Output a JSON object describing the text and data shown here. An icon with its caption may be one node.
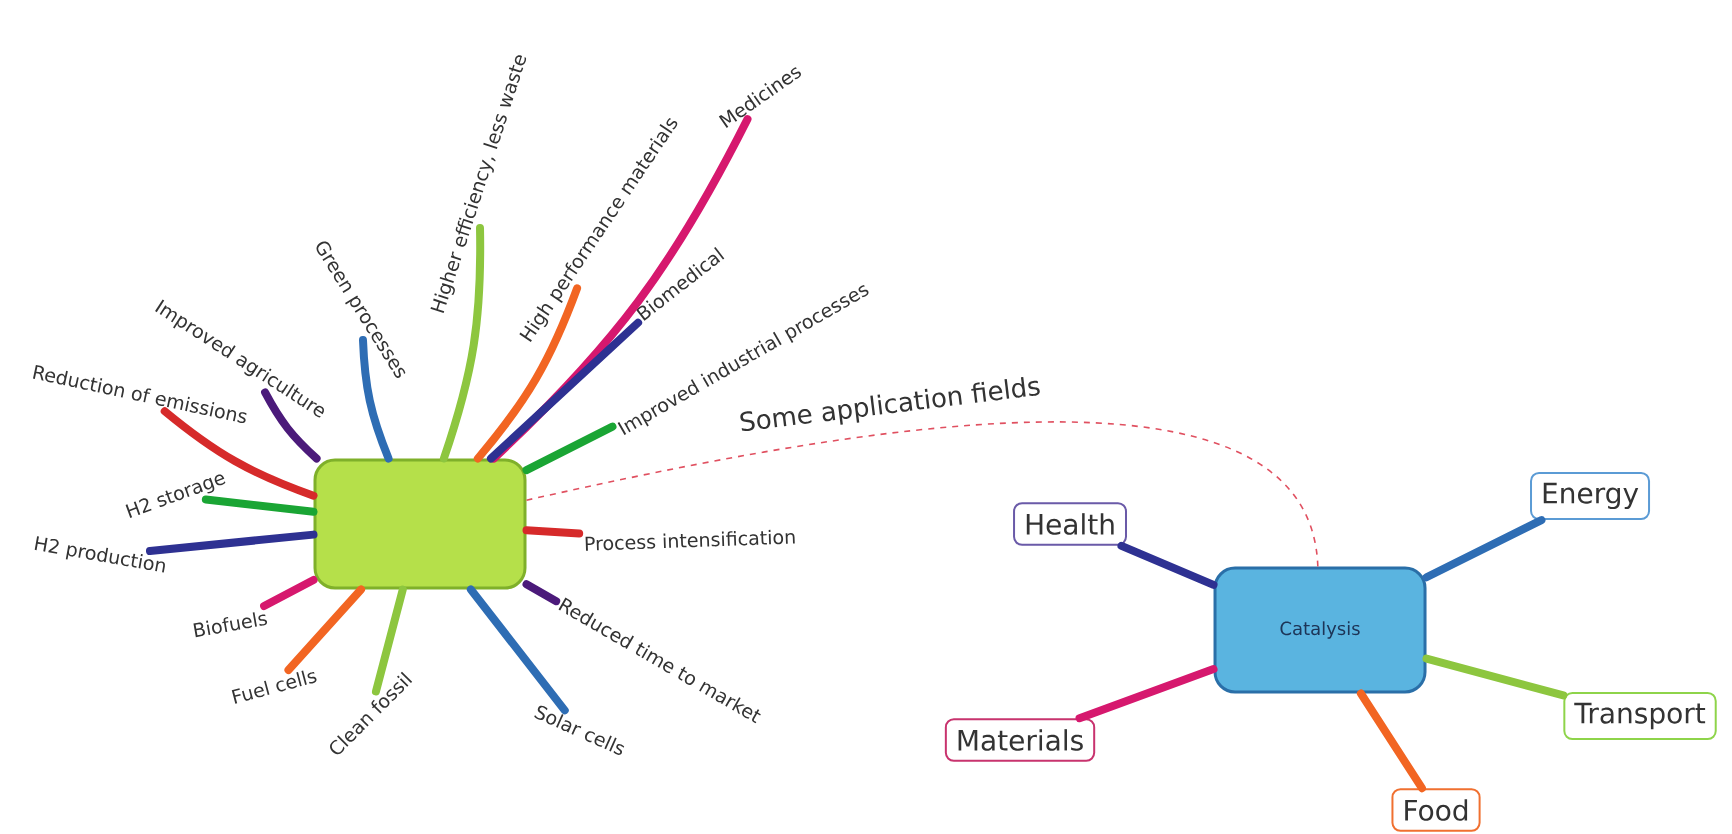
{
  "diagram": {
    "nodes": [
      {
        "text": [],
        "shape": "box"
      },
      {
        "text": [
          "Higher efficiency, less waste"
        ]
      },
      {
        "text": [
          "High performance materials"
        ]
      },
      {
        "text": [
          "Medicines"
        ]
      },
      {
        "text": [
          "Biomedical"
        ]
      },
      {
        "text": [
          "Improved industrial processes"
        ]
      },
      {
        "text": [
          "Green processes"
        ]
      },
      {
        "text": [
          "Improved agriculture"
        ]
      },
      {
        "text": [
          "Reduction of emissions"
        ]
      },
      {
        "text": [
          "H2 storage"
        ]
      },
      {
        "text": [
          "H2 production"
        ]
      },
      {
        "text": [
          "Biofuels"
        ]
      },
      {
        "text": [
          "Fuel cells"
        ]
      },
      {
        "text": [
          "Clean fossil"
        ]
      },
      {
        "text": [
          "Solar cells"
        ]
      },
      {
        "text": [
          "Reduced time to market"
        ]
      },
      {
        "text": [
          "Process intensification"
        ]
      },
      {
        "text": [
          "Catalysis"
        ]
      },
      {
        "text": [
          "Health"
        ]
      },
      {
        "text": [
          "Energy"
        ]
      },
      {
        "text": [
          "Materials"
        ]
      },
      {
        "text": [
          "Transport"
        ]
      },
      {
        "text": [
          "Food"
        ]
      }
    ],
    "edges": [
      {
        "from": 0,
        "to": 1,
        "arrow": "none",
        "color": "#8dc63f"
      },
      {
        "from": 0,
        "to": 2,
        "arrow": "none",
        "color": "#f26522"
      },
      {
        "from": 0,
        "to": 3,
        "arrow": "none",
        "color": "#d6186e"
      },
      {
        "from": 0,
        "to": 4,
        "arrow": "none",
        "color": "#2e3192"
      },
      {
        "from": 0,
        "to": 5,
        "arrow": "none",
        "color": "#1aa534"
      },
      {
        "from": 0,
        "to": 6,
        "arrow": "none",
        "color": "#2e6db4"
      },
      {
        "from": 0,
        "to": 7,
        "arrow": "none",
        "color": "#4b1a7a"
      },
      {
        "from": 0,
        "to": 8,
        "arrow": "none",
        "color": "#d62a2a"
      },
      {
        "from": 0,
        "to": 9,
        "arrow": "none",
        "color": "#1aa534"
      },
      {
        "from": 0,
        "to": 10,
        "arrow": "none",
        "color": "#2e3192"
      },
      {
        "from": 0,
        "to": 11,
        "arrow": "none",
        "color": "#d6186e"
      },
      {
        "from": 0,
        "to": 12,
        "arrow": "none",
        "color": "#f26522"
      },
      {
        "from": 0,
        "to": 13,
        "arrow": "none",
        "color": "#8dc63f"
      },
      {
        "from": 0,
        "to": 14,
        "arrow": "none",
        "color": "#2e6db4"
      },
      {
        "from": 0,
        "to": 15,
        "arrow": "none",
        "color": "#4b1a7a"
      },
      {
        "from": 0,
        "to": 16,
        "arrow": "none",
        "color": "#d62a2a"
      },
      {
        "from": 0,
        "to": 17,
        "arrow": "none",
        "style": "dashed",
        "color": "#e05060",
        "label": "Some application fields"
      },
      {
        "from": 17,
        "to": 18,
        "arrow": "none",
        "color": "#2e3192"
      },
      {
        "from": 17,
        "to": 19,
        "arrow": "none",
        "color": "#2e6db4"
      },
      {
        "from": 17,
        "to": 20,
        "arrow": "none",
        "color": "#d6186e"
      },
      {
        "from": 17,
        "to": 21,
        "arrow": "none",
        "color": "#8dc63f"
      },
      {
        "from": 17,
        "to": 22,
        "arrow": "none",
        "color": "#f26522"
      }
    ]
  }
}
